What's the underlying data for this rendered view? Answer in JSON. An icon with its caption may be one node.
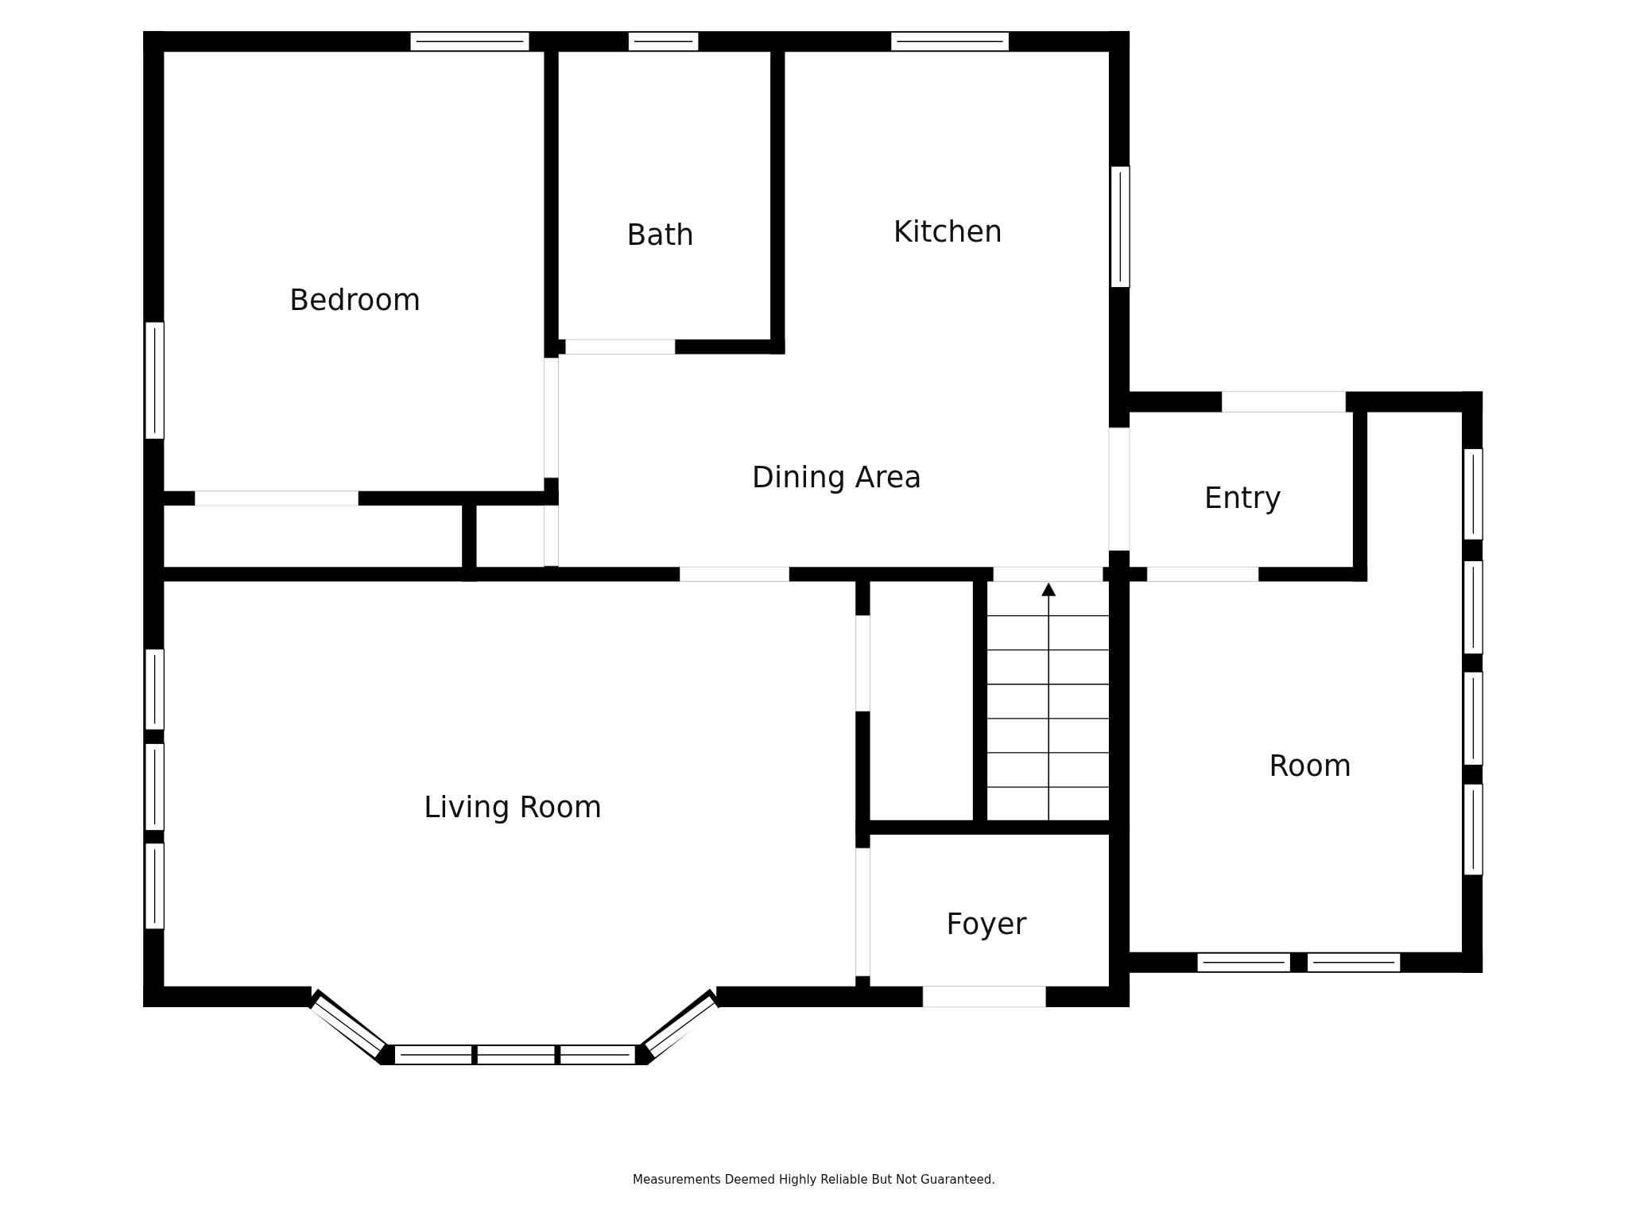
{
  "diagram": {
    "labels": [
      "Bedroom",
      "Bath",
      "Kitchen",
      "Dining Area",
      "Entry",
      "Room",
      "Living Room",
      "Foyer",
      "Measurements Deemed Highly Reliable But Not Guaranteed."
    ]
  }
}
